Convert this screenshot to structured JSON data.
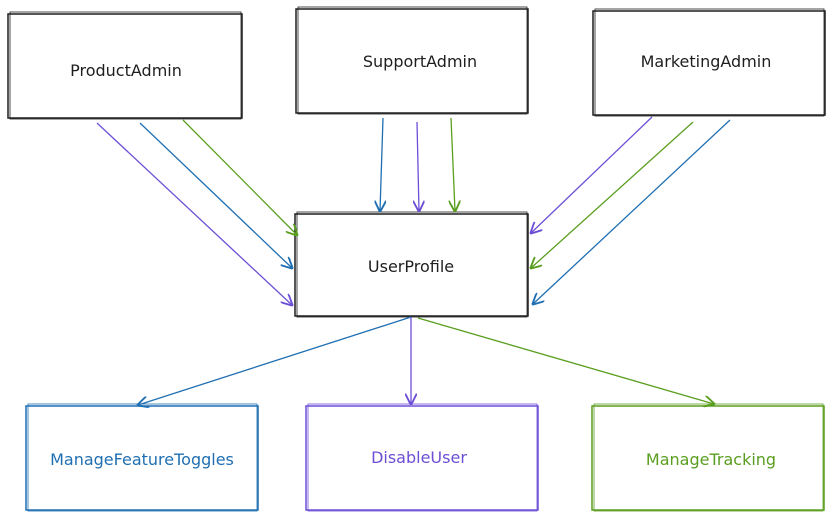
{
  "nodes": {
    "product_admin": "ProductAdmin",
    "support_admin": "SupportAdmin",
    "marketing_admin": "MarketingAdmin",
    "user_profile": "UserProfile",
    "manage_feature_toggles": "ManageFeatureToggles",
    "disable_user": "DisableUser",
    "manage_tracking": "ManageTracking"
  },
  "colors": {
    "ink": "#1e1e1e",
    "blue": "#1f6fb2",
    "purple": "#6d4fd6",
    "green": "#5a9e1f"
  }
}
